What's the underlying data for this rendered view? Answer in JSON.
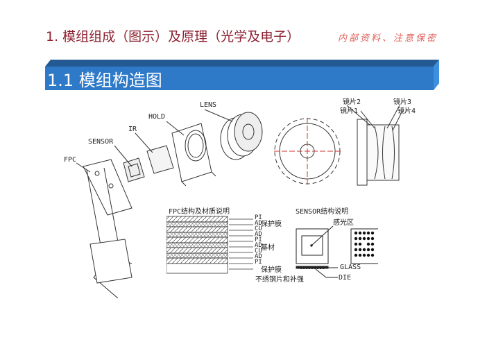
{
  "header": {
    "title": "1. 模组组成（图示）及原理（光学及电子）",
    "confidential": "内部资料、注意保密"
  },
  "section": {
    "title": "1.1 模组构造图"
  },
  "exploded_view": {
    "labels": {
      "lens": "LENS",
      "hold": "HOLD",
      "ir": "IR",
      "sensor": "SENSOR",
      "fpc": "FPC"
    }
  },
  "lens_section": {
    "labels": {
      "lens1": "镜片1",
      "lens2": "镜片2",
      "lens3": "镜片3",
      "lens4": "镜片4"
    }
  },
  "fpc_structure": {
    "title": "FPC结构及材质说明",
    "layers": [
      "PI",
      "AD",
      "CU",
      "AD",
      "PI",
      "AD",
      "CU",
      "AD",
      "PI"
    ],
    "groups": [
      "保护膜",
      "基材",
      "保护膜"
    ],
    "bottom_label": "不绣钢片和补强"
  },
  "sensor_structure": {
    "title": "SENSOR结构说明",
    "area_label": "感光区",
    "glass_label": "GLASS",
    "die_label": "DIE"
  },
  "colors": {
    "title": "#8b1e2e",
    "confidential": "#e0605a",
    "bar": "#2f7ac8"
  }
}
